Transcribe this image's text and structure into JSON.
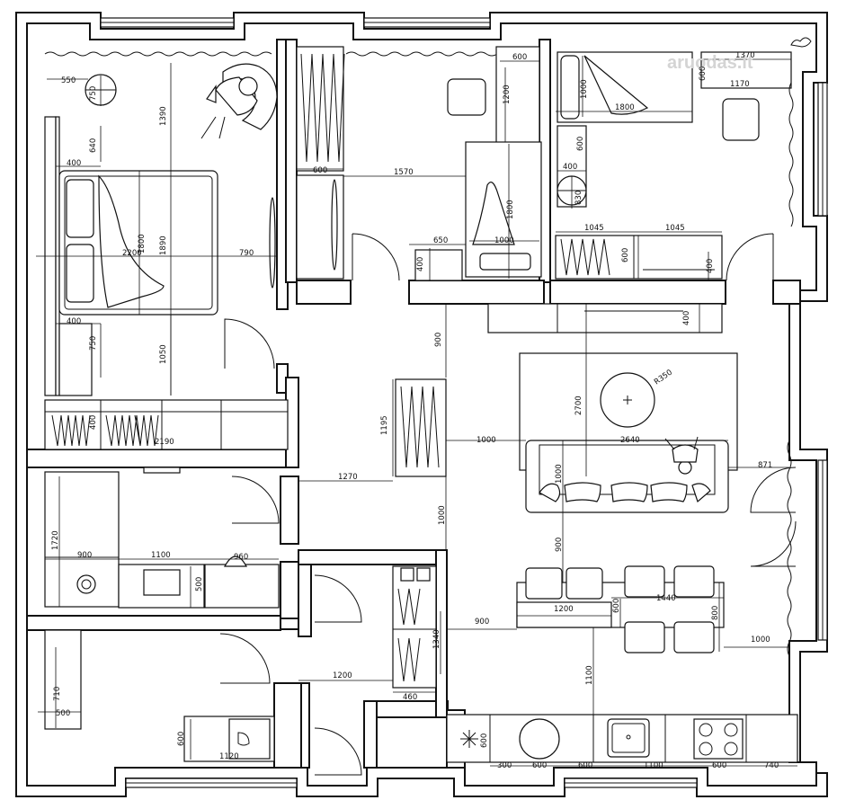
{
  "watermark": "aruodas.lt",
  "dimensions": [
    {
      "id": "d550",
      "text": "550"
    },
    {
      "id": "d750a",
      "text": "750"
    },
    {
      "id": "d640",
      "text": "640"
    },
    {
      "id": "d400a",
      "text": "400"
    },
    {
      "id": "d1390",
      "text": "1390"
    },
    {
      "id": "d1800a",
      "text": "1800"
    },
    {
      "id": "d1890",
      "text": "1890"
    },
    {
      "id": "d2200",
      "text": "2200"
    },
    {
      "id": "d790",
      "text": "790"
    },
    {
      "id": "d400b",
      "text": "400"
    },
    {
      "id": "d750b",
      "text": "750"
    },
    {
      "id": "d1050",
      "text": "1050"
    },
    {
      "id": "d400c",
      "text": "400"
    },
    {
      "id": "d2190",
      "text": "2190"
    },
    {
      "id": "d600a",
      "text": "600"
    },
    {
      "id": "d1570",
      "text": "1570"
    },
    {
      "id": "d600b",
      "text": "600"
    },
    {
      "id": "d1200a",
      "text": "1200"
    },
    {
      "id": "d1800b",
      "text": "1800"
    },
    {
      "id": "d650",
      "text": "650"
    },
    {
      "id": "d1000a",
      "text": "1000"
    },
    {
      "id": "d400d",
      "text": "400"
    },
    {
      "id": "d1370",
      "text": "1370"
    },
    {
      "id": "d600c",
      "text": "600"
    },
    {
      "id": "d1170",
      "text": "1170"
    },
    {
      "id": "d1000b",
      "text": "1000"
    },
    {
      "id": "d1800c",
      "text": "1800"
    },
    {
      "id": "d600d",
      "text": "600"
    },
    {
      "id": "d400e",
      "text": "400"
    },
    {
      "id": "d830",
      "text": "830"
    },
    {
      "id": "d1045a",
      "text": "1045"
    },
    {
      "id": "d1045b",
      "text": "1045"
    },
    {
      "id": "d600e",
      "text": "600"
    },
    {
      "id": "d400f",
      "text": "400"
    },
    {
      "id": "d400g",
      "text": "400"
    },
    {
      "id": "d900a",
      "text": "900"
    },
    {
      "id": "d2700",
      "text": "2700"
    },
    {
      "id": "dR350",
      "text": "R350"
    },
    {
      "id": "d1195",
      "text": "1195"
    },
    {
      "id": "d1000c",
      "text": "1000"
    },
    {
      "id": "d2640",
      "text": "2640"
    },
    {
      "id": "d871",
      "text": "871"
    },
    {
      "id": "d1000d",
      "text": "1000"
    },
    {
      "id": "d1270",
      "text": "1270"
    },
    {
      "id": "d1720",
      "text": "1720"
    },
    {
      "id": "d900b",
      "text": "900"
    },
    {
      "id": "d1100a",
      "text": "1100"
    },
    {
      "id": "d960",
      "text": "960"
    },
    {
      "id": "d500a",
      "text": "500"
    },
    {
      "id": "d1000e",
      "text": "1000"
    },
    {
      "id": "d900c",
      "text": "900"
    },
    {
      "id": "d1440",
      "text": "1440"
    },
    {
      "id": "d600f",
      "text": "600"
    },
    {
      "id": "d800",
      "text": "800"
    },
    {
      "id": "d1200b",
      "text": "1200"
    },
    {
      "id": "d900d",
      "text": "900"
    },
    {
      "id": "d1340",
      "text": "1340"
    },
    {
      "id": "d1000f",
      "text": "1000"
    },
    {
      "id": "d1200c",
      "text": "1200"
    },
    {
      "id": "d460",
      "text": "460"
    },
    {
      "id": "d1100b",
      "text": "1100"
    },
    {
      "id": "d710",
      "text": "710"
    },
    {
      "id": "d500b",
      "text": "500"
    },
    {
      "id": "d600g",
      "text": "600"
    },
    {
      "id": "d1120",
      "text": "1120"
    },
    {
      "id": "d300",
      "text": "300"
    },
    {
      "id": "d600h",
      "text": "600"
    },
    {
      "id": "d600i",
      "text": "600"
    },
    {
      "id": "d1100c",
      "text": "1100"
    },
    {
      "id": "d600j",
      "text": "600"
    },
    {
      "id": "d740",
      "text": "740"
    },
    {
      "id": "d600k",
      "text": "600"
    }
  ]
}
